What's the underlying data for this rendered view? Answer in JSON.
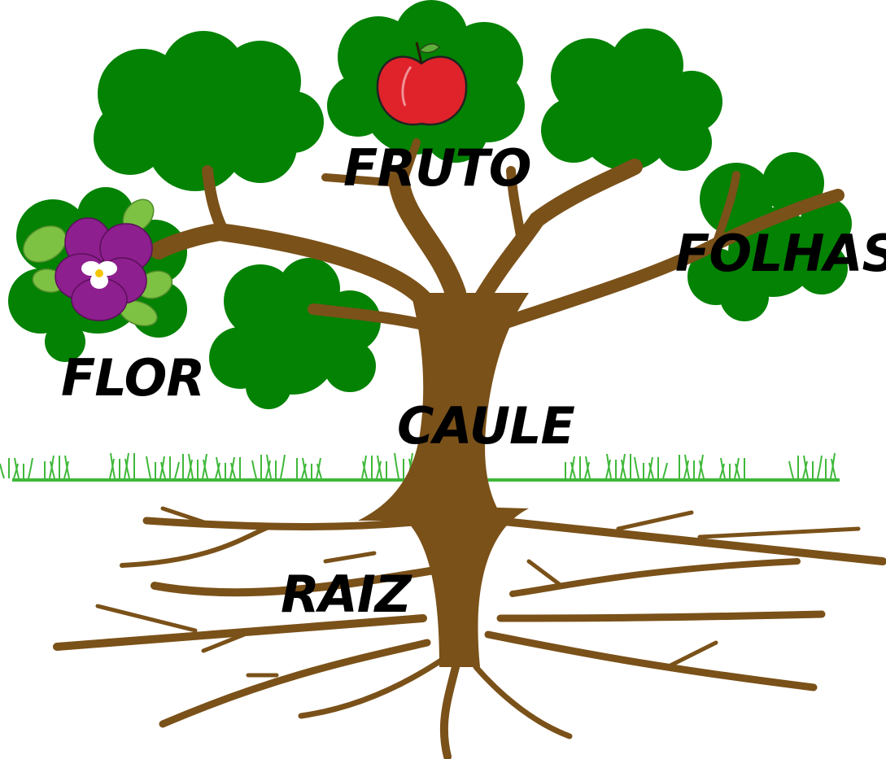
{
  "labels": {
    "fruit": "FRUTO",
    "leaves": "FOLHAS",
    "flower": "FLOR",
    "stem": "CAULE",
    "root": "RAIZ"
  },
  "colors": {
    "foliage": "#038203",
    "trunk": "#7a5119",
    "grass": "#3fb83a",
    "apple": "#e0222a",
    "flower_petal": "#8e1f8f",
    "flower_leaf": "#7dc242",
    "label": "#000000"
  }
}
